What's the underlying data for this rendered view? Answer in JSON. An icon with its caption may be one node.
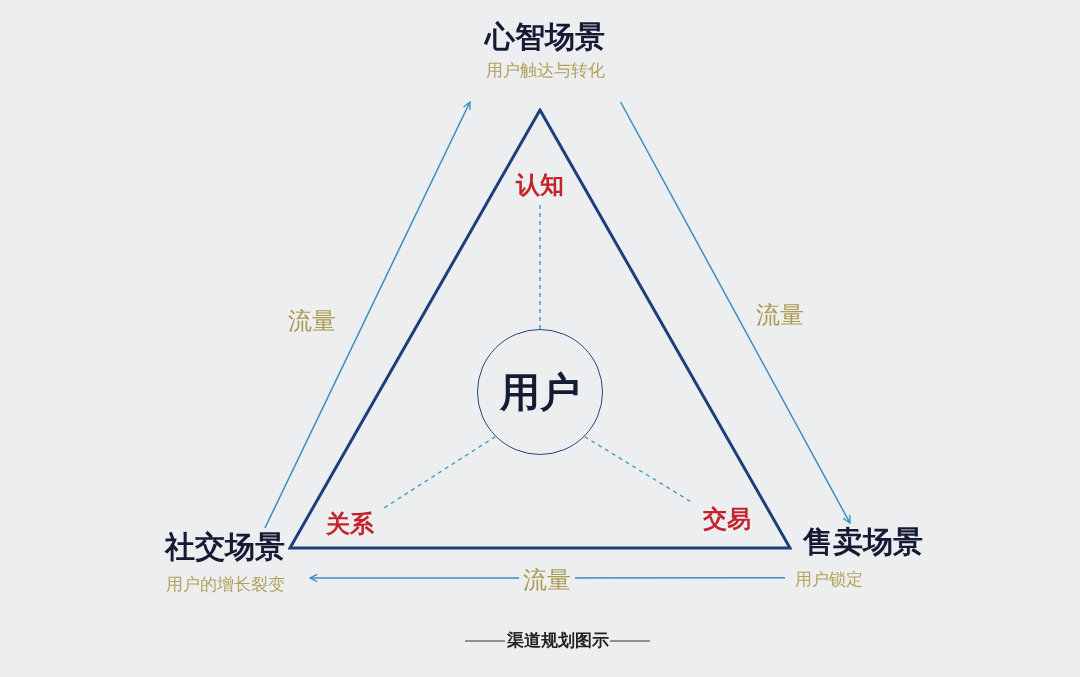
{
  "diagram": {
    "caption": "渠道规划图示",
    "nodes": [
      {
        "text": [
          "心智场景",
          "用户触达与转化"
        ]
      },
      {
        "text": [],
        "shape": "triangle"
      },
      {
        "text": [
          "认知"
        ],
        "in": 1
      },
      {
        "text": [
          "用户"
        ],
        "in": 1
      },
      {
        "text": [
          "社交场景",
          "用户的增长裂变"
        ]
      },
      {
        "text": [
          "关系"
        ],
        "in": 1
      },
      {
        "text": [
          "交易"
        ],
        "in": 1
      },
      {
        "text": [
          "售卖场景",
          "用户锁定"
        ]
      }
    ],
    "edges": [
      {
        "from": 3,
        "to": 2,
        "arrow": "none",
        "style": "dashed"
      },
      {
        "from": 3,
        "to": 5,
        "arrow": "none",
        "style": "dashed"
      },
      {
        "from": 3,
        "to": 6,
        "arrow": "none",
        "style": "dashed"
      },
      {
        "from": 4,
        "to": 0,
        "arrow": "to",
        "label": "流量"
      },
      {
        "from": 0,
        "to": 7,
        "arrow": "to",
        "label": "流量"
      },
      {
        "from": 7,
        "to": 4,
        "arrow": "to",
        "label": "流量"
      }
    ]
  }
}
